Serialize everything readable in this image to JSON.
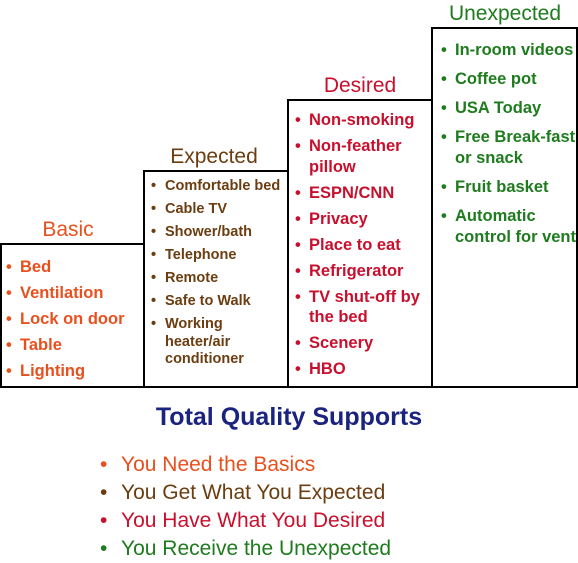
{
  "steps": [
    {
      "title": "Basic",
      "color": "#e8501e",
      "items": [
        "Bed",
        "Ventilation",
        "Lock on door",
        "Table",
        "Lighting"
      ]
    },
    {
      "title": "Expected",
      "color": "#6b3d10",
      "items": [
        "Comfortable bed",
        "Cable TV",
        "Shower/bath",
        "Telephone",
        "Remote",
        "Safe to Walk",
        "Working heater/air conditioner"
      ]
    },
    {
      "title": "Desired",
      "color": "#c8102e",
      "items": [
        "Non-smoking",
        "Non-feather pillow",
        "ESPN/CNN",
        "Privacy",
        "Place to eat",
        "Refrigerator",
        "TV shut-off by the bed",
        "Scenery",
        "HBO"
      ]
    },
    {
      "title": "Unexpected",
      "color": "#1e7b1e",
      "items": [
        "In-room videos",
        "Coffee pot",
        "USA Today",
        "Free Break-fast or snack",
        "Fruit basket",
        "Automatic control for vent"
      ]
    }
  ],
  "summary": {
    "heading": "Total Quality Supports",
    "heading_color": "#1a237e",
    "bullet": "•",
    "items": [
      {
        "text": "You Need the Basics",
        "color": "#e8501e"
      },
      {
        "text": "You Get What You Expected",
        "color": "#6b3d10"
      },
      {
        "text": "You Have What You Desired",
        "color": "#c8102e"
      },
      {
        "text": "You Receive the Unexpected",
        "color": "#1e7b1e"
      }
    ]
  }
}
